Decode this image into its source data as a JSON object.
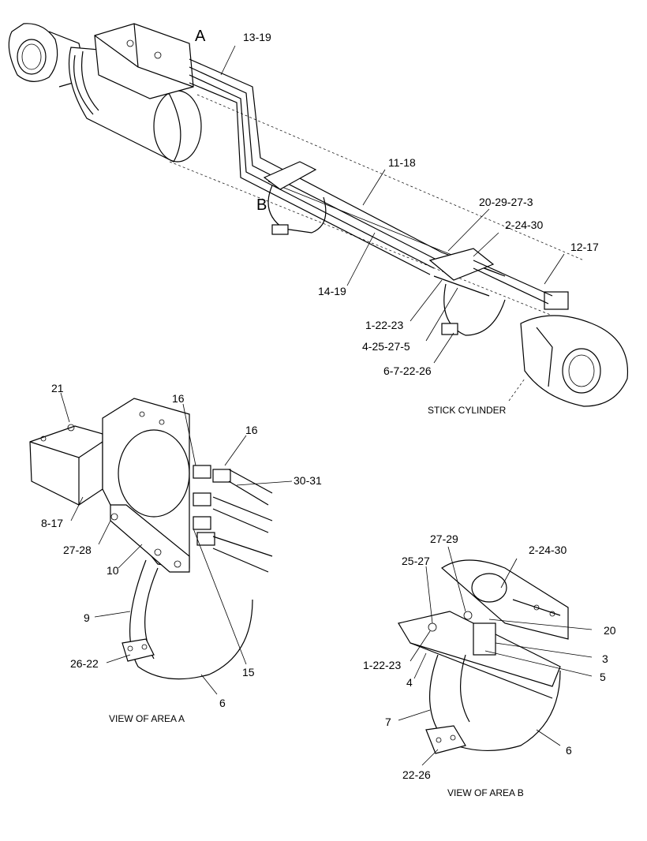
{
  "callouts": {
    "area_a_marker": "A",
    "area_b_marker": "B",
    "c_13_19": "13-19",
    "c_11_18": "11-18",
    "c_20_29_27_3": "20-29-27-3",
    "c_2_24_30_top": "2-24-30",
    "c_12_17": "12-17",
    "c_14_19": "14-19",
    "c_1_22_23_top": "1-22-23",
    "c_4_25_27_5": "4-25-27-5",
    "c_6_7_22_26": "6-7-22-26",
    "stick_cylinder": "STICK CYLINDER",
    "a_21": "21",
    "a_16_left": "16",
    "a_16_right": "16",
    "a_30_31": "30-31",
    "a_8_17": "8-17",
    "a_27_28": "27-28",
    "a_10": "10",
    "a_9": "9",
    "a_26_22": "26-22",
    "a_15": "15",
    "a_6": "6",
    "view_area_a": "VIEW OF AREA A",
    "b_27_29": "27-29",
    "b_2_24_30": "2-24-30",
    "b_25_27": "25-27",
    "b_20": "20",
    "b_3": "3",
    "b_5": "5",
    "b_1_22_23": "1-22-23",
    "b_4": "4",
    "b_7": "7",
    "b_6": "6",
    "b_22_26": "22-26",
    "view_area_b": "VIEW OF AREA B"
  }
}
